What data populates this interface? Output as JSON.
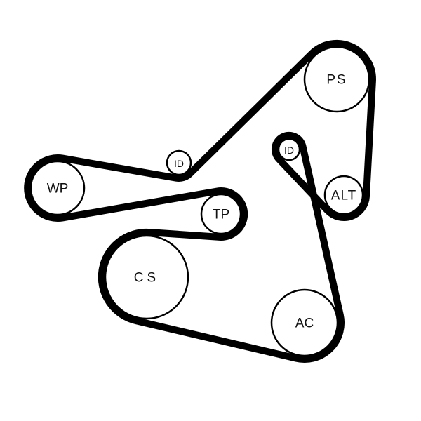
{
  "diagram": {
    "pulleys": [
      {
        "label": "PS"
      },
      {
        "label": "ALT"
      },
      {
        "label": "ID"
      },
      {
        "label": "AC"
      },
      {
        "label": "CS"
      },
      {
        "label": "TP"
      },
      {
        "label": "WP"
      },
      {
        "label": "ID"
      }
    ],
    "belt_color": "#000000"
  }
}
